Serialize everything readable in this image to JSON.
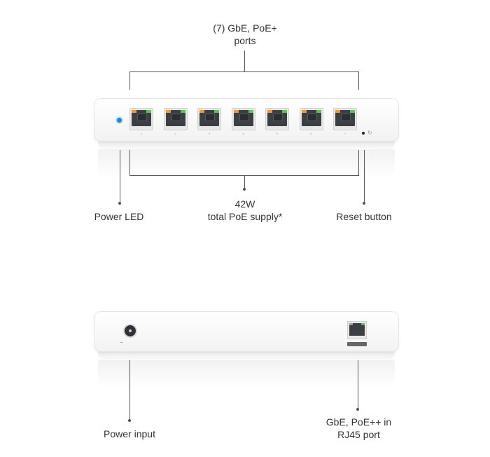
{
  "callouts": {
    "ports_line1": "(7) GbE, PoE+",
    "ports_line2": "ports",
    "poe_line1": "42W",
    "poe_line2": "total PoE supply*",
    "power_led": "Power LED",
    "reset_button": "Reset button",
    "power_input": "Power input",
    "uplink_line1": "GbE, PoE++ in",
    "uplink_line2": "RJ45 port"
  },
  "front_ports": [
    {
      "number": "1"
    },
    {
      "number": "2"
    },
    {
      "number": "3"
    },
    {
      "number": "4"
    },
    {
      "number": "5"
    },
    {
      "number": "6"
    },
    {
      "number": "7"
    }
  ],
  "colors": {
    "power_led": "#1e88e5",
    "port_led_left": "#f29b2a",
    "port_led_right": "#57c84d"
  }
}
